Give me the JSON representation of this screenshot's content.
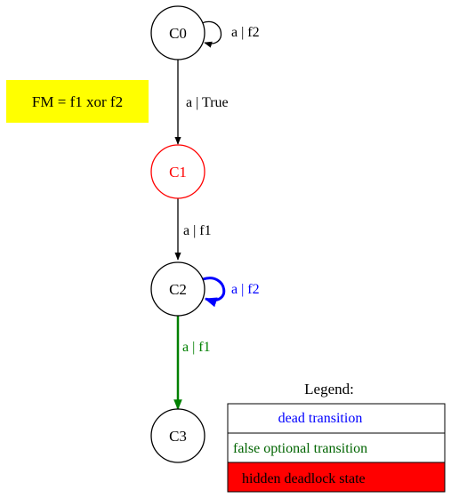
{
  "feature_model": {
    "label": "FM = f1 xor f2",
    "background": "#ffff00"
  },
  "states": [
    {
      "name": "C0",
      "color": "#000000"
    },
    {
      "name": "C1",
      "color": "#ff0000"
    },
    {
      "name": "C2",
      "color": "#000000"
    },
    {
      "name": "C3",
      "color": "#000000"
    }
  ],
  "transitions": [
    {
      "from": "C0",
      "to": "C0",
      "label": "a | f2",
      "color": "#000000",
      "kind": "normal"
    },
    {
      "from": "C0",
      "to": "C1",
      "label": "a | True",
      "color": "#000000",
      "kind": "normal"
    },
    {
      "from": "C1",
      "to": "C2",
      "label": "a | f1",
      "color": "#000000",
      "kind": "normal"
    },
    {
      "from": "C2",
      "to": "C2",
      "label": "a | f2",
      "color": "#0000ff",
      "kind": "dead"
    },
    {
      "from": "C2",
      "to": "C3",
      "label": "a | f1",
      "color": "#008000",
      "kind": "false-optional"
    }
  ],
  "legend": {
    "title": "Legend:",
    "dead_transition": {
      "label": "dead transition",
      "color": "#0000ff"
    },
    "false_optional_transition": {
      "label": "false optional transition",
      "color": "#006400"
    },
    "hidden_deadlock_state": {
      "label": "hidden deadlock state",
      "background": "#ff0000",
      "color": "#000000"
    }
  }
}
